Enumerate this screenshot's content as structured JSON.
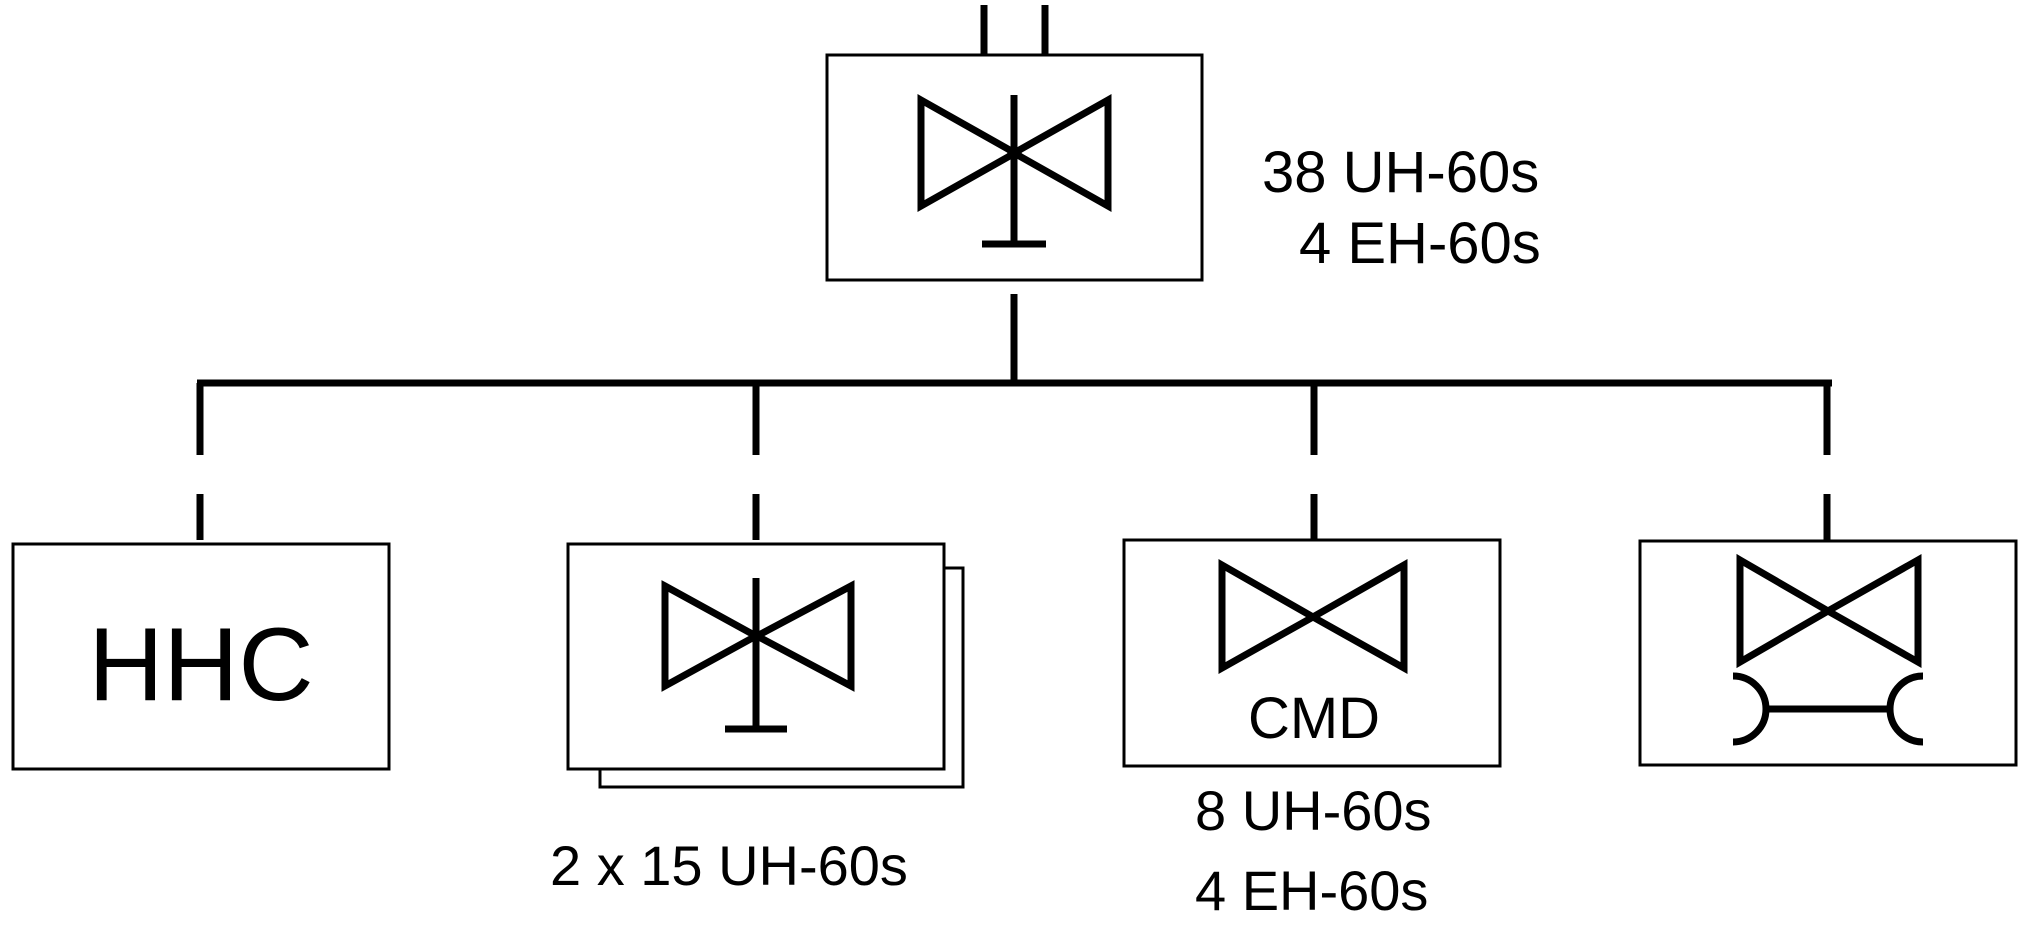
{
  "hq": {
    "aircraft_line1": "38 UH-60s",
    "aircraft_line2": "4 EH-60s"
  },
  "units": [
    {
      "id": "hhc",
      "box_text": "HHC"
    },
    {
      "id": "assault-companies",
      "caption": "2 x 15 UH-60s"
    },
    {
      "id": "command-company",
      "box_text": "CMD",
      "caption_line1": "8 UH-60s",
      "caption_line2": "4 EH-60s"
    },
    {
      "id": "maintenance-company"
    }
  ],
  "colors": {
    "line": "#000000",
    "background": "#ffffff"
  }
}
